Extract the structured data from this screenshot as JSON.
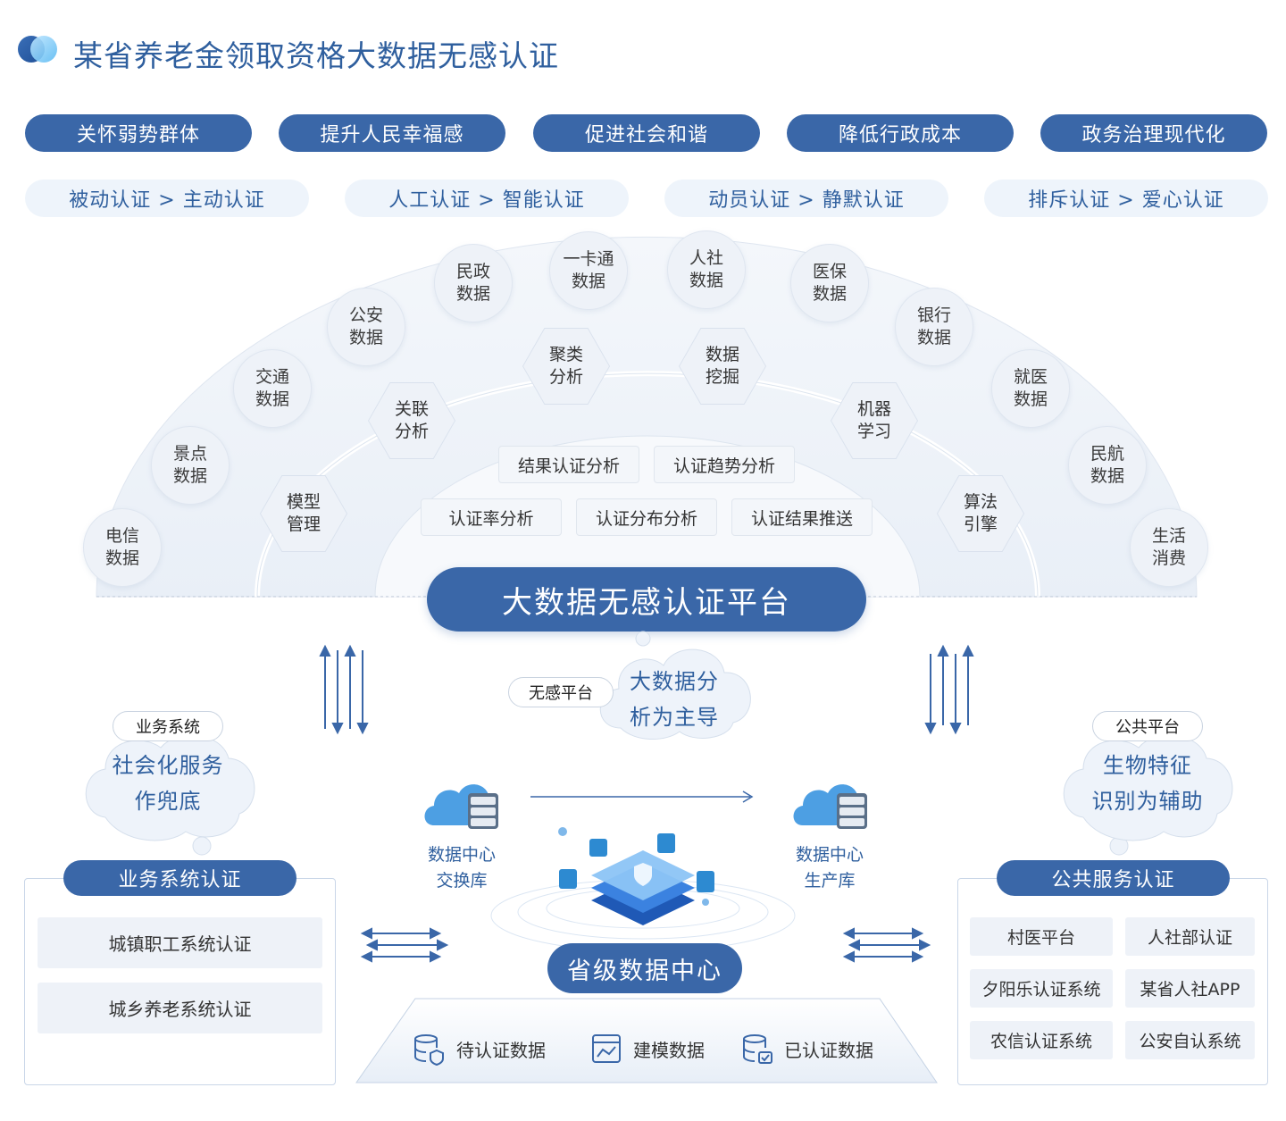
{
  "title": "某省养老金领取资格大数据无感认证",
  "goals": [
    "关怀弱势群体",
    "提升人民幸福感",
    "促进社会和谐",
    "降低行政成本",
    "政务治理现代化"
  ],
  "shifts": [
    "被动认证 > 主动认证",
    "人工认证 > 智能认证",
    "动员认证 > 静默认证",
    "排斥认证 > 爱心认证"
  ],
  "data_sources": [
    "电信\n数据",
    "景点\n数据",
    "交通\n数据",
    "公安\n数据",
    "民政\n数据",
    "一卡通\n数据",
    "人社\n数据",
    "医保\n数据",
    "银行\n数据",
    "就医\n数据",
    "民航\n数据",
    "生活\n消费"
  ],
  "methods": [
    "模型\n管理",
    "关联\n分析",
    "聚类\n分析",
    "数据\n挖掘",
    "机器\n学习",
    "算法\n引擎"
  ],
  "analyses": [
    "结果认证分析",
    "认证趋势分析",
    "认证率分析",
    "认证分布分析",
    "认证结果推送"
  ],
  "platform": "大数据无感认证平台",
  "center_cloud": {
    "tag": "无感平台",
    "text": "大数据分\n析为主导"
  },
  "left_cloud": {
    "tag": "业务系统",
    "text": "社会化服务\n作兜底"
  },
  "right_cloud": {
    "tag": "公共平台",
    "text": "生物特征\n识别为辅助"
  },
  "left_panel": {
    "title": "业务系统认证",
    "items": [
      "城镇职工系统认证",
      "城乡养老系统认证"
    ]
  },
  "right_panel": {
    "title": "公共服务认证",
    "items": [
      "村医平台",
      "人社部认证",
      "夕阳乐认证系统",
      "某省人社APP",
      "农信认证系统",
      "公安自认系统"
    ]
  },
  "data_centers": {
    "exchange": "数据中心\n交换库",
    "production": "数据中心\n生产库"
  },
  "center_hub": "省级数据中心",
  "bottom_items": [
    {
      "icon": "database-shield-icon",
      "label": "待认证数据"
    },
    {
      "icon": "model-chart-icon",
      "label": "建模数据"
    },
    {
      "icon": "database-check-icon",
      "label": "已认证数据"
    }
  ],
  "colors": {
    "primary": "#3a67a8",
    "light": "#eef2f8",
    "text_blue": "#2f5f9e"
  }
}
